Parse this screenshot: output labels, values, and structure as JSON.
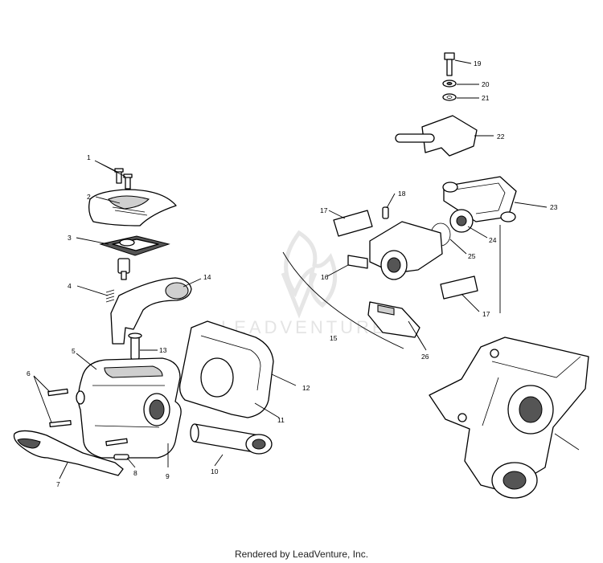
{
  "callouts": [
    "1",
    "2",
    "3",
    "4",
    "5",
    "6",
    "7",
    "8",
    "9",
    "10",
    "11",
    "12",
    "13",
    "14",
    "15",
    "16",
    "17",
    "18",
    "19",
    "20",
    "21",
    "22",
    "23",
    "24",
    "25",
    "26"
  ],
  "watermark": "LEADVENTURE",
  "credit": "Rendered by LeadVenture, Inc."
}
